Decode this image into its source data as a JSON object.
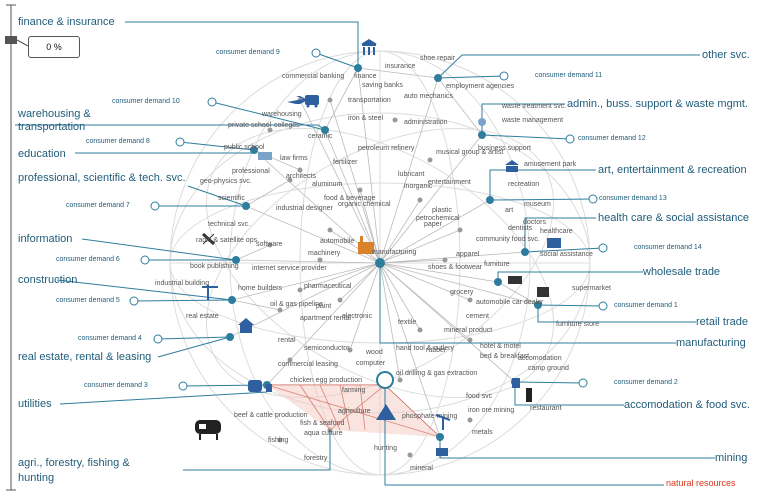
{
  "progress": {
    "percent_label": "0 %",
    "value": 0
  },
  "natural_resources_label": "natural resources",
  "sectors": {
    "finance": "finance & insurance",
    "warehousing_1": "warehousing &",
    "warehousing_2": "transportation",
    "education": "education",
    "professional": "professional, scientific & tech. svc.",
    "information": "information",
    "construction": "construction",
    "real_estate": "real estate, rental & leasing",
    "utilities": "utilities",
    "agri_1": "agri., forestry, fishing &",
    "agri_2": "hunting",
    "other": "other svc.",
    "admin": "admin., buss. support & waste mgmt.",
    "arts": "art, entertainment & recreation",
    "health": "health care & social assistance",
    "wholesale": "wholesale trade",
    "retail": "retail trade",
    "manufacturing": "manufacturing",
    "accommodation": "accomodation & food svc.",
    "mining": "mining"
  },
  "demands": {
    "d9": "consumer demand 9",
    "d10": "consumer demand 10",
    "d8": "consumer demand 8",
    "d7": "consumer demand 7",
    "d6": "consumer demand 6",
    "d5": "consumer demand 5",
    "d4": "consumer demand 4",
    "d3": "consumer demand 3",
    "d11": "consumer demand 11",
    "d12": "consumer demand 12",
    "d13": "consumer demand 13",
    "d14": "consumer demand 14",
    "d1": "consumer demand 1",
    "d2": "consumer demand 2"
  },
  "nodes": [
    "shoe repair",
    "insurance",
    "commercial banking",
    "finance",
    "saving banks",
    "auto mechanics",
    "employment agencies",
    "transportation",
    "warehousing",
    "waste treatment svc.",
    "private school",
    "colleges",
    "ceramic",
    "iron & steel",
    "administration",
    "waste management",
    "public school",
    "business support",
    "law firms",
    "petroleum refinery",
    "musical group & artist",
    "amusement park",
    "professional",
    "architects",
    "fertilizer",
    "lubricant",
    "inorganic",
    "recreation",
    "geo-physics svc.",
    "scientific",
    "aluminum",
    "entertainment",
    "industrial designer",
    "food & beverage",
    "organic chemical",
    "plastic",
    "art",
    "museum",
    "technical svc.",
    "paper",
    "petrochemical",
    "doctors",
    "healthcare",
    "radio & satellite ops.",
    "software",
    "automobile",
    "community food svc.",
    "dentists",
    "book publishing",
    "machinery",
    "manufacturing",
    "apparel",
    "social assistance",
    "internet service provider",
    "pharmaceutical",
    "shoes & footwear",
    "furniture",
    "industrial building",
    "home builders",
    "grocery",
    "automobile car dealer",
    "supermarket",
    "real estate",
    "oil & gas pipeline",
    "paint",
    "electronic",
    "textile",
    "cement",
    "furniture store",
    "apartment rental",
    "mineral product",
    "semiconductor",
    "rubber",
    "hotel & motel",
    "rental",
    "wood",
    "hand tool & cutlery",
    "bed & breakfast",
    "accomodation",
    "commercial leasing",
    "computer",
    "oil drilling & gas extraction",
    "camp ground",
    "chicken egg production",
    "farming",
    "food svc",
    "beef & cattle production",
    "fish & seafood",
    "agriculture",
    "iron ore mining",
    "restaurant",
    "aqua culture",
    "phosphate mining",
    "fishing",
    "metals",
    "forestry",
    "hunting",
    "mineral"
  ]
}
